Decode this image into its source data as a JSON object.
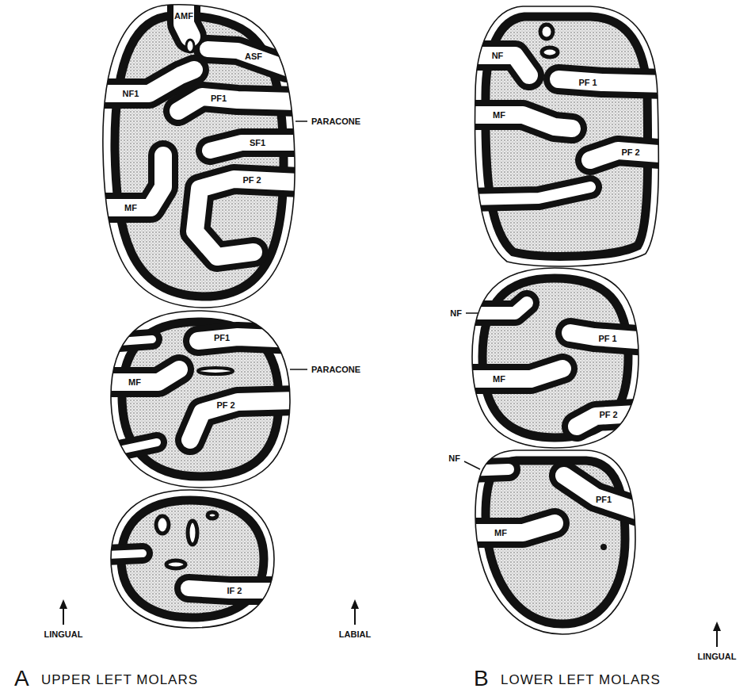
{
  "diagram": {
    "labels": [
      "AMF",
      "ASF",
      "NF1",
      "PF1",
      "PARACONE",
      "SF1",
      "MF",
      "PF 2",
      "PF1",
      "PARACONE",
      "MF",
      "PF 2",
      "IF 2",
      "LINGUAL",
      "LABIAL",
      "A",
      "UPPER LEFT MOLARS",
      "NF",
      "PF 1",
      "MF",
      "PF 2",
      "NF",
      "PF 1",
      "MF",
      "PF 2",
      "NF",
      "PF1",
      "MF",
      "LINGUAL",
      "B",
      "LOWER LEFT MOLARS"
    ]
  }
}
